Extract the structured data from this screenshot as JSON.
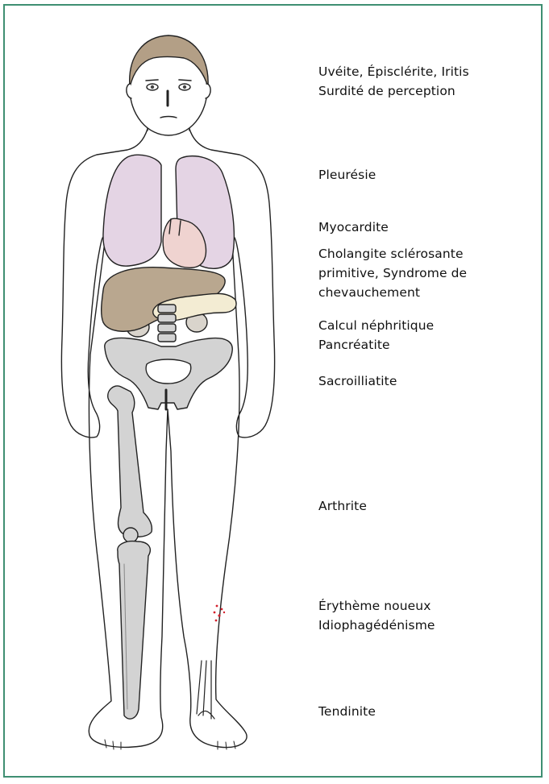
{
  "labels": {
    "eyes": [
      "Uvéite, Épisclérite, Iritis",
      "Surdité de perception"
    ],
    "pleura": [
      "Pleurésie"
    ],
    "myocardium": [
      "Myocardite"
    ],
    "liver": [
      "Cholangite sclérosante",
      "primitive, Syndrome de",
      "chevauchement"
    ],
    "kidney_pancreas": [
      "Calcul néphritique",
      "Pancréatite"
    ],
    "sacroiliac": [
      "Sacroilliatite"
    ],
    "joints": [
      "Arthrite"
    ],
    "skin": [
      "Érythème noueux",
      "Idiophagédénisme"
    ],
    "tendons": [
      "Tendinite"
    ]
  },
  "colors": {
    "frame": "#3f8f72",
    "hair": "#b39f86",
    "lungs": "#e4d4e4",
    "heart": "#efd3d0",
    "liver": "#b9a78f",
    "pancreas": "#f3ecd3",
    "bones": "#d3d3d3",
    "skin_spots": "#d4202c",
    "outline": "#222222"
  }
}
